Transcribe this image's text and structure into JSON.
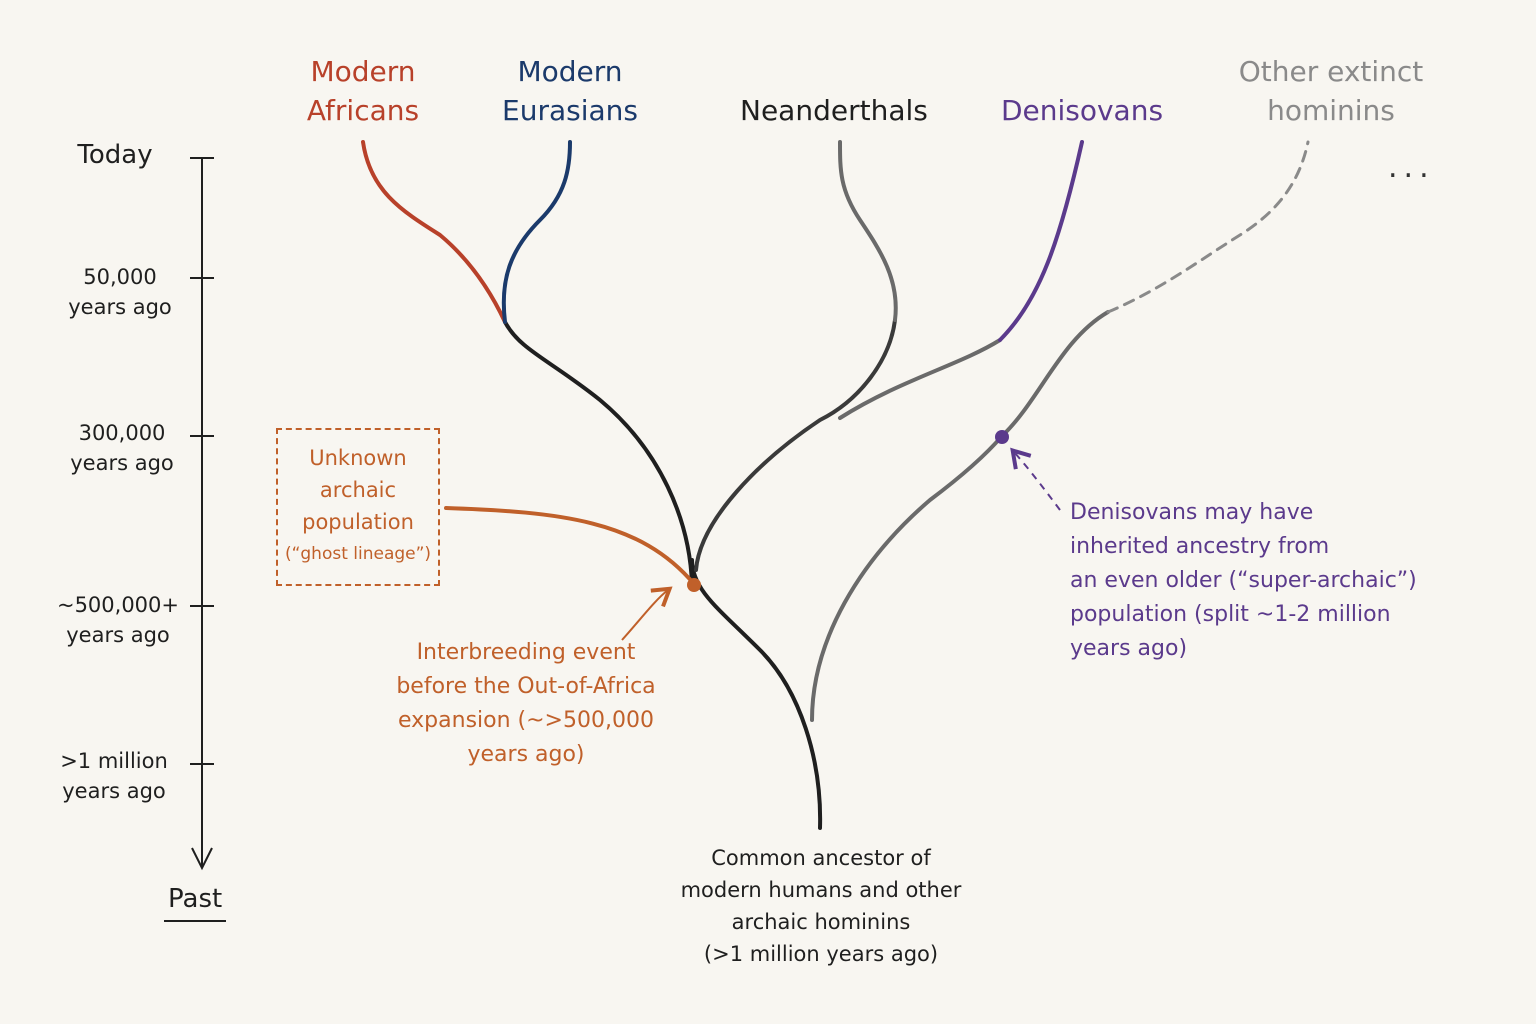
{
  "lineages": {
    "modern_africans": {
      "line1": "Modern",
      "line2": "Africans",
      "color": "#b8412a"
    },
    "modern_eurasians": {
      "line1": "Modern",
      "line2": "Eurasians",
      "color": "#1b3a6b"
    },
    "neanderthals": {
      "label": "Neanderthals",
      "color": "#1f1f1f"
    },
    "denisovans": {
      "label": "Denisovans",
      "color": "#5b3a8c"
    },
    "other_extinct": {
      "line1": "Other extinct",
      "line2": "hominins",
      "color": "#8a8a8a"
    },
    "more": "..."
  },
  "timeline": {
    "today": "Today",
    "t50k": {
      "line1": "50,000",
      "line2": "years ago"
    },
    "t300k": {
      "line1": "300,000",
      "line2": "years ago"
    },
    "t500k": {
      "line1": "~500,000+",
      "line2": "years ago"
    },
    "t1m": {
      "line1": ">1 million",
      "line2": "years ago"
    },
    "past": "Past"
  },
  "ghost_box": {
    "lines": [
      "Unknown",
      "archaic",
      "population",
      "(“ghost lineage”)"
    ],
    "color": "#c0602a"
  },
  "interbreeding_note": {
    "lines": [
      "Interbreeding event",
      "before the Out-of-Africa",
      "expansion (~>500,000",
      "years ago)"
    ],
    "color": "#c0602a"
  },
  "denisovan_note": {
    "lines": [
      "Denisovans may have",
      "inherited ancestry from",
      "an even older (“super-archaic”)",
      "population (split ~1-2 million",
      "years ago)"
    ],
    "color": "#5b3a8c"
  },
  "ancestor_note": {
    "lines": [
      "Common ancestor of",
      "modern humans and other",
      "archaic hominins",
      "(>1 million years ago)"
    ]
  }
}
